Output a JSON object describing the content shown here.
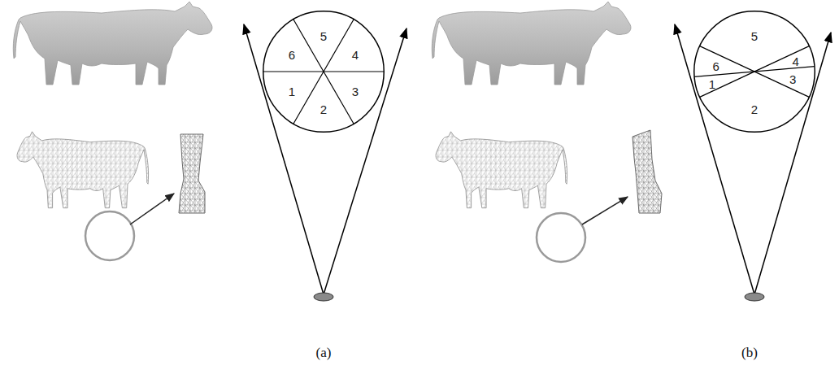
{
  "diagram": {
    "nodes": [
      {
        "text": [
          "5",
          "6",
          "4",
          "1",
          "3",
          "2"
        ]
      },
      {
        "text": [
          "5",
          "6",
          "4",
          "1",
          "3",
          "2"
        ]
      }
    ],
    "labels": [
      "(a)",
      "(b)"
    ]
  }
}
